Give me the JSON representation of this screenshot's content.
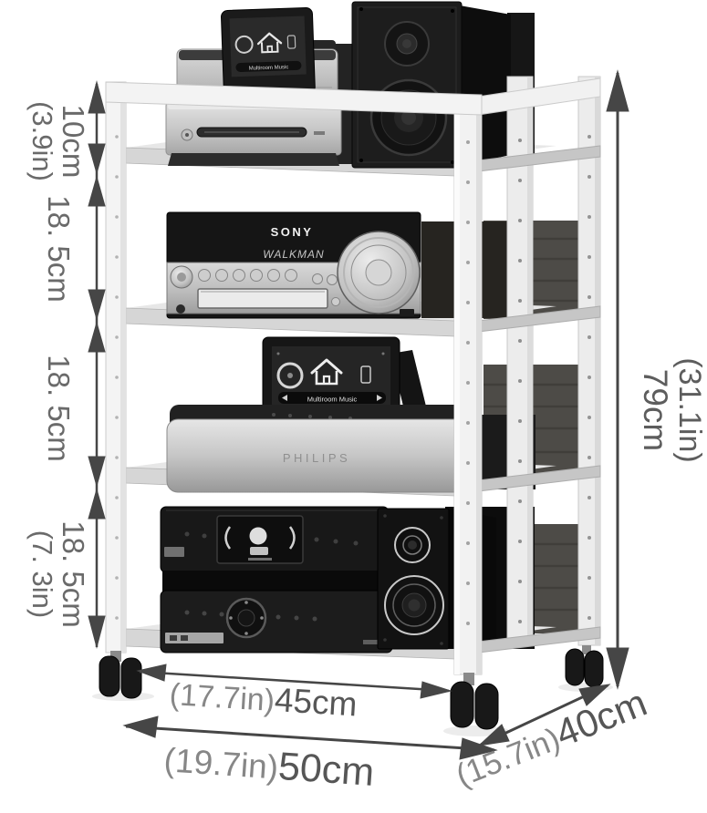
{
  "meta": {
    "description": "Product dimension illustration: 4-tier rolling AV media rack (white frame, casters) loaded with hi-fi equipment"
  },
  "colors": {
    "background": "#ffffff",
    "frame_white": "#f3f3f3",
    "shelf_gray": "#d6d6d6",
    "wood_panel": "#4d4b47",
    "equipment_black": "#1a1a1a",
    "silver": "#c9c9c9",
    "dimension_arrow": "#464646",
    "dimension_text": "#6a6a6a"
  },
  "equipment": {
    "receiver_brand": "SONY",
    "receiver_display": "WALKMAN",
    "streamer_brand": "PHILIPS",
    "tablet_caption": "Multiroom Music"
  },
  "dimensions": {
    "left_segments": [
      {
        "cm": "10cm",
        "in": "(3.9in)"
      },
      {
        "cm": "18. 5cm",
        "in": ""
      },
      {
        "cm": "18. 5cm",
        "in": ""
      },
      {
        "cm": "18. 5cm",
        "in": "(7. 3in)"
      }
    ],
    "height": {
      "cm": "79cm",
      "in": "(31.1in)"
    },
    "width_inner": {
      "in": "(17.7in)",
      "cm": "45cm"
    },
    "width_overall": {
      "in": "(19.7in)",
      "cm": "50cm"
    },
    "depth": {
      "in": "(15.7in)",
      "cm": "40cm"
    }
  }
}
